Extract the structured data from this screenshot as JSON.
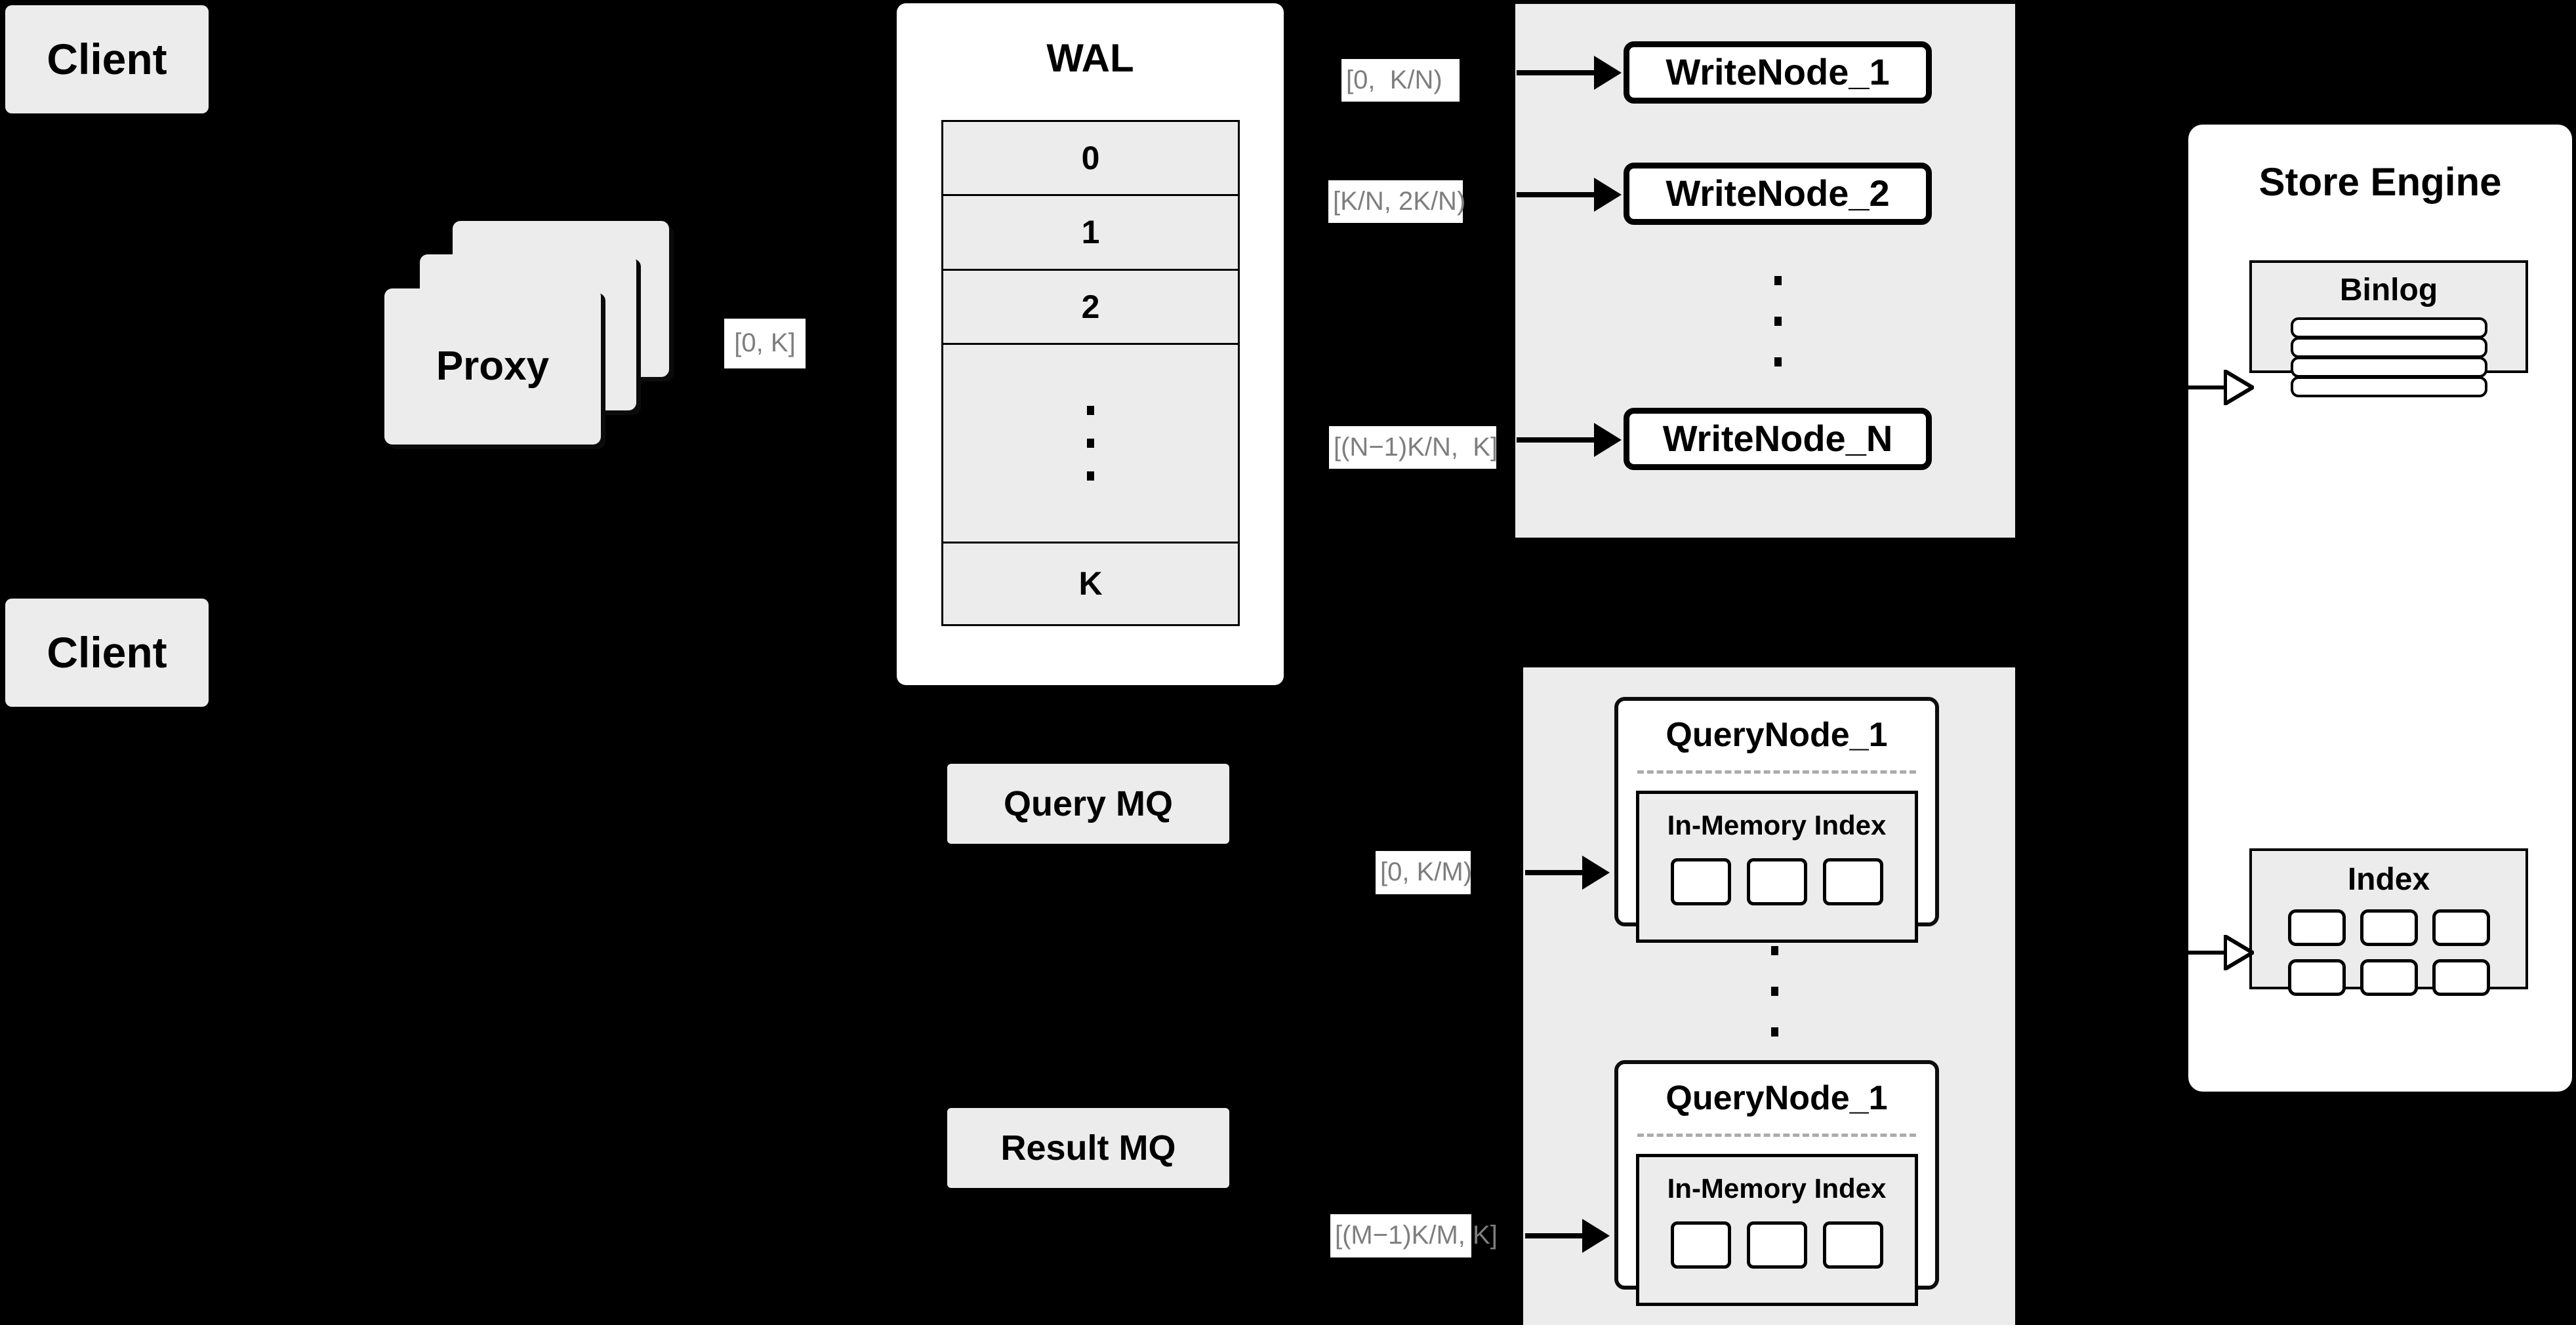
{
  "diagram": {
    "title": "Distributed Write/Query Architecture",
    "background_color": "#000000",
    "box_fill": "#ECECEC",
    "panel_fill": "#FFFFFF",
    "label_text_color": "#7E7E7E"
  },
  "clients": [
    {
      "label": "Client"
    },
    {
      "label": "Client"
    }
  ],
  "proxy": {
    "label": "Proxy",
    "stack_count": 3,
    "output_range_label": "[0, K]"
  },
  "wal": {
    "title": "WAL",
    "rows": [
      "0",
      "1",
      "2",
      "···",
      "K"
    ],
    "ellipsis_row_index": 3
  },
  "write_cluster": {
    "nodes": [
      {
        "label": "WriteNode_1",
        "range_label": "[0,  K/N)"
      },
      {
        "label": "WriteNode_2",
        "range_label": "[K/N, 2K/N)"
      },
      {
        "label": "WriteNode_N",
        "range_label": "[(N−1)K/N,  K]"
      }
    ],
    "ellipsis": "···"
  },
  "query_mq": {
    "label": "Query MQ"
  },
  "result_mq": {
    "label": "Result MQ"
  },
  "query_cluster": {
    "nodes": [
      {
        "label": "QueryNode_1",
        "range_label": "[0, K/M)",
        "index": {
          "title": "In-Memory Index",
          "cell_count": 3
        }
      },
      {
        "label": "QueryNode_1",
        "range_label": "[(M−1)K/M, K]",
        "index": {
          "title": "In-Memory Index",
          "cell_count": 3
        }
      }
    ],
    "ellipsis": "···"
  },
  "store_engine": {
    "title": "Store Engine",
    "binlog": {
      "title": "Binlog",
      "bar_count": 4
    },
    "index": {
      "title": "Index",
      "cell_count": 6,
      "columns": 3,
      "rows": 2
    }
  }
}
